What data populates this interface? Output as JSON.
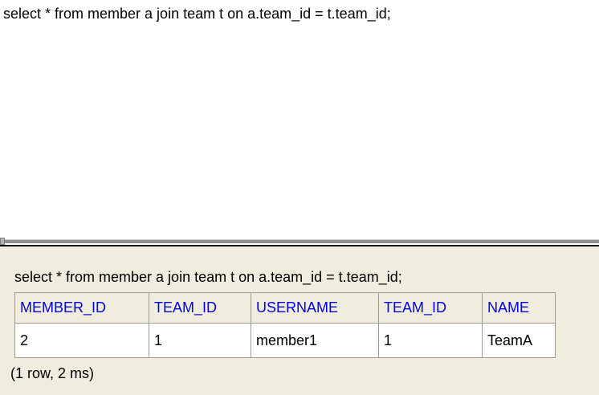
{
  "editor": {
    "query": "select * from member a join team t on a.team_id = t.team_id;"
  },
  "results": {
    "query_echo": "select * from member a join team t on a.team_id = t.team_id;",
    "table": {
      "headers": [
        "MEMBER_ID",
        "TEAM_ID",
        "USERNAME",
        "TEAM_ID",
        "NAME"
      ],
      "rows": [
        [
          "2",
          "1",
          "member1",
          "1",
          "TeamA"
        ]
      ]
    },
    "status": "(1 row, 2 ms)"
  },
  "colors": {
    "panel_bg": "#f0edde",
    "editor_bg": "#ffffff",
    "header_text": "#0202e0",
    "table_border": "#9e9c8e",
    "splitter_bar": "#8f8f8f",
    "splitter_line": "#000000",
    "text": "#000000"
  }
}
